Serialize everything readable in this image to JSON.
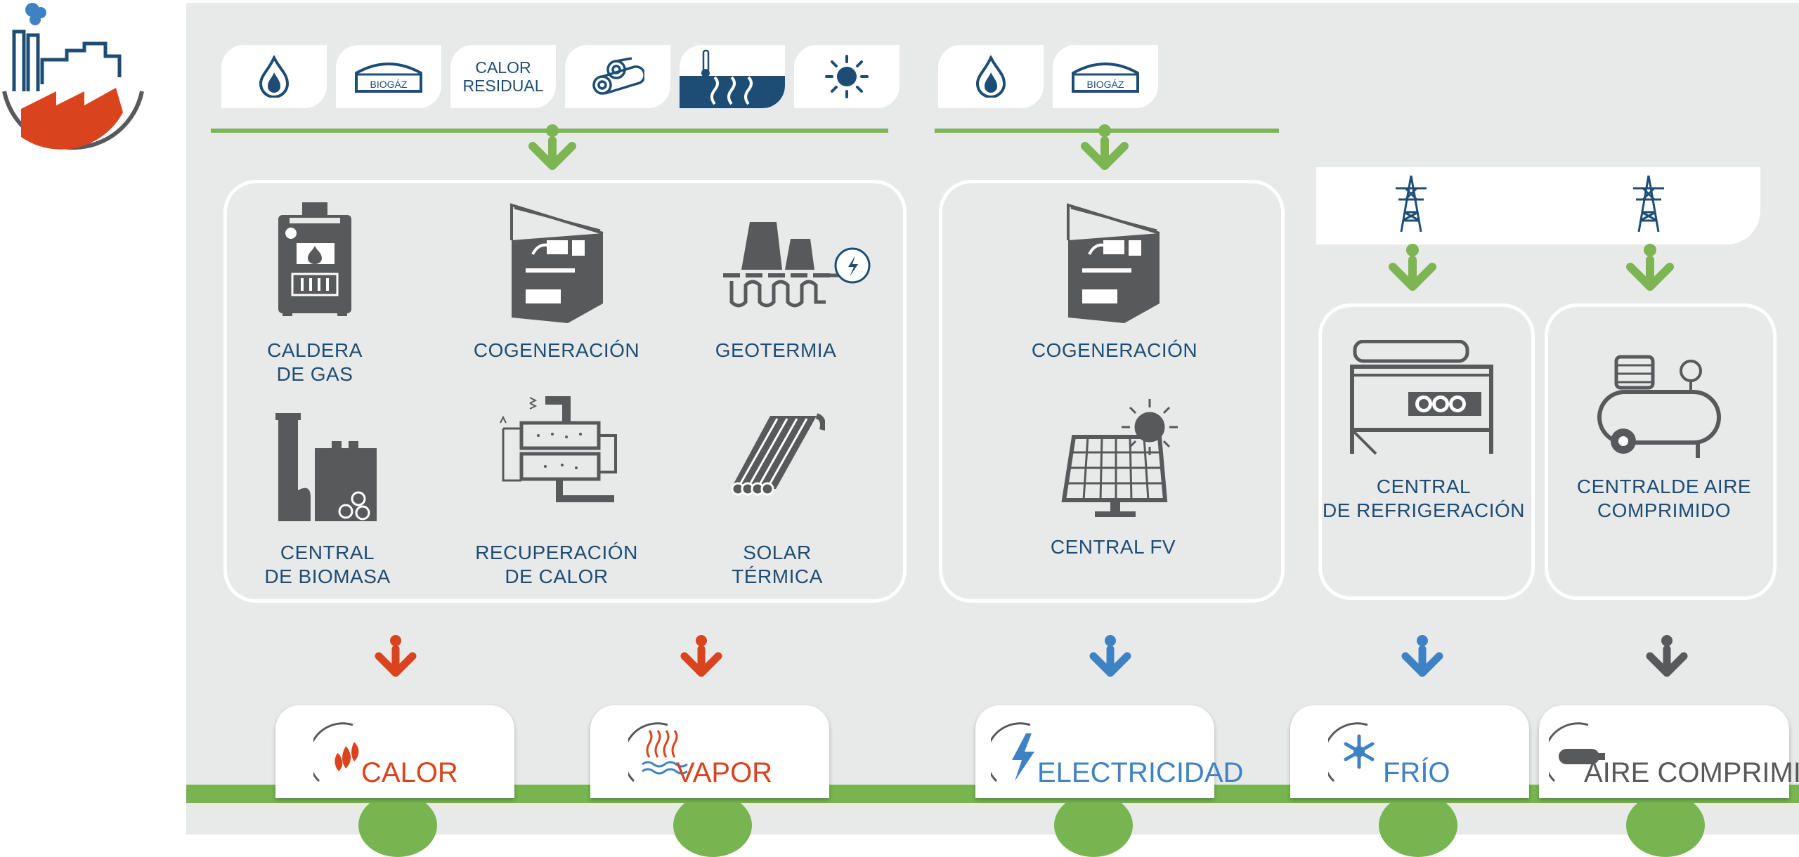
{
  "sources": {
    "calor_residual": "CALOR\nRESIDUAL",
    "biogas_a": "BIOGÁZ",
    "biogas_b": "BIOGÁZ"
  },
  "technologies": {
    "caldera": "CALDERA\nDE GAS",
    "cogeneracion_a": "COGENERACIÓN",
    "geotermia": "GEOTERMIA",
    "biomasa": "CENTRAL\nDE BIOMASA",
    "recuperacion": "RECUPERACIÓN\nDE CALOR",
    "solar": "SOLAR\nTÉRMICA",
    "cogeneracion_b": "COGENERACIÓN",
    "fv": "CENTRAL FV",
    "refrigeracion": "CENTRAL\nDE REFRIGERACIÓN",
    "aire": "CENTRALDE AIRE\nCOMPRIMIDO"
  },
  "outputs": {
    "calor": "CALOR",
    "vapor": "VAPOR",
    "electricidad": "ELECTRICIDAD",
    "frio": "FRÍO",
    "aire": "AIRE COMPRIMIDO"
  },
  "colors": {
    "navy": "#1d4d74",
    "green": "#7cb552",
    "orange": "#d9431e",
    "blue": "#3f82c4",
    "gray": "#58595b",
    "panel": "#e8e9e9"
  }
}
